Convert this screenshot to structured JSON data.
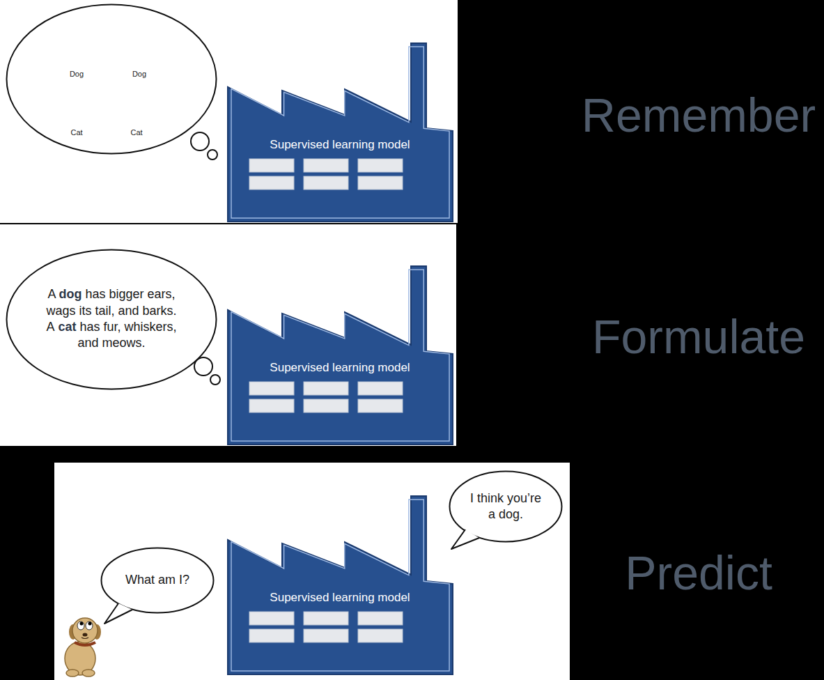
{
  "diagram": {
    "nodes": [
      {
        "text": [
          "Dog",
          "Dog",
          "Cat",
          "Cat"
        ]
      },
      {
        "text": [
          "Supervised learning model"
        ]
      },
      {
        "text": [
          "A dog has bigger ears, wags its tail, and barks. A cat has fur, whiskers, and meows."
        ]
      },
      {
        "text": [
          "Supervised learning model"
        ]
      },
      {
        "text": [
          "What am I?"
        ]
      },
      {
        "text": [
          "Supervised learning model"
        ]
      },
      {
        "text": [
          "I think you’re a dog."
        ]
      }
    ],
    "labels": [
      "Remember",
      "Formulate",
      "Predict"
    ]
  }
}
